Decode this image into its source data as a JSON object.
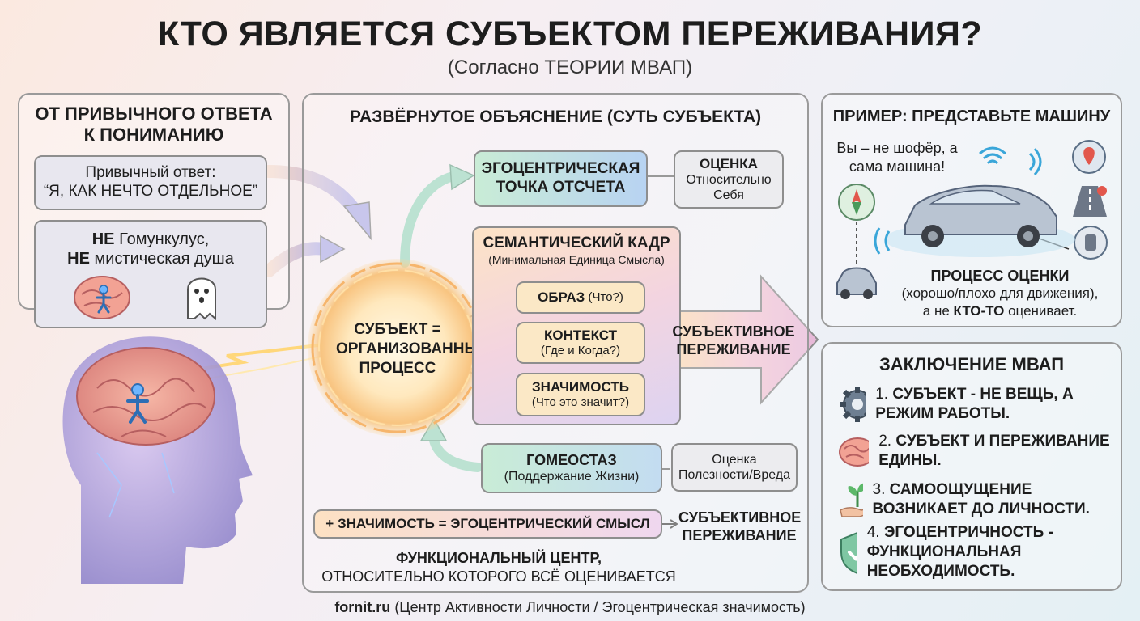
{
  "title": "КТО ЯВЛЯЕТСЯ СУБЪЕКТОМ ПЕРЕЖИВАНИЯ?",
  "subtitle": "(Согласно ТЕОРИИ МВАП)",
  "left": {
    "heading": "ОТ ПРИВЫЧНОГО ОТВЕТА К ПОНИМАНИЮ",
    "usual_line1": "Привычный ответ:",
    "usual_line2": "“Я, КАК НЕЧТО ОТДЕЛЬНОЕ”",
    "not1_bold": "НЕ",
    "not1_text": " Гомункулус,",
    "not2_bold": "НЕ",
    "not2_text": " мистическая душа"
  },
  "center": {
    "heading": "РАЗВЁРНУТОЕ ОБЪЯСНЕНИЕ (СУТЬ СУБЪЕКТА)",
    "subject": "СУБЪЕКТ = ОРГАНИЗОВАННЫЙ ПРОЦЕСС",
    "ego_point": "ЭГОЦЕНТРИЧЕСКАЯ ТОЧКА ОТСЧЕТА",
    "eval_title": "ОЦЕНКА",
    "eval_text": "Относительно Себя",
    "frame_title": "СЕМАНТИЧЕСКИЙ КАДР",
    "frame_sub": "(Минимальная Единица Смысла)",
    "image_bold": "ОБРАЗ",
    "image_sub": " (Что?)",
    "context_bold": "КОНТЕКСТ",
    "context_sub": "(Где и Когда?)",
    "signif_bold": "ЗНАЧИМОСТЬ",
    "signif_sub": "(Что это значит?)",
    "subj_exp": "СУБЪЕКТИВНОЕ ПЕРЕЖИВАНИЕ",
    "homeo_title": "ГОМЕОСТАЗ",
    "homeo_sub": "(Поддержание Жизни)",
    "homeo_eval": "Оценка Полезности/Вреда",
    "formula": "+ ЗНАЧИМОСТЬ = ЭГОЦЕНТРИЧЕСКИЙ СМЫСЛ",
    "formula_result": "СУБЪЕКТИВНОЕ ПЕРЕЖИВАНИЕ",
    "func_line1": "ФУНКЦИОНАЛЬНЫЙ ЦЕНТР,",
    "func_line2": "ОТНОСИТЕЛЬНО КОТОРОГО ВСЁ ОЦЕНИВАЕТСЯ"
  },
  "example": {
    "heading": "ПРИМЕР: ПРЕДСТАВЬТЕ МАШИНУ",
    "quote": "Вы – не шофёр, а сама машина!",
    "process_title": "ПРОЦЕСС ОЦЕНКИ",
    "process_text": "(хорошо/плохо для движения),",
    "process_tail_pre": "а не ",
    "process_tail_bold": "КТО-ТО",
    "process_tail_post": " оценивает."
  },
  "conclusion": {
    "heading": "ЗАКЛЮЧЕНИЕ МВАП",
    "items": [
      {
        "num": "1.",
        "text": "СУБЪЕКТ - НЕ ВЕЩЬ, А РЕЖИМ РАБОТЫ.",
        "icon": "gear-icon"
      },
      {
        "num": "2.",
        "text": "СУБЪЕКТ И ПЕРЕЖИВАНИЕ ЕДИНЫ.",
        "icon": "brain-icon"
      },
      {
        "num": "3.",
        "text": "САМООЩУЩЕНИЕ ВОЗНИКАЕТ ДО ЛИЧНОСТИ.",
        "icon": "sprout-hand-icon"
      },
      {
        "num": "4.",
        "text": "ЭГОЦЕНТРИЧНОСТЬ - ФУНКЦИОНАЛЬНАЯ НЕОБХОДИМОСТЬ.",
        "icon": "shield-check-icon"
      }
    ]
  },
  "footer": {
    "site": "fornit.ru",
    "text": " (Центр Активности Личности / Эгоцентрическая значимость)"
  },
  "colors": {
    "accent_warm": "#f3a64a",
    "accent_green": "#8fd39a",
    "accent_blue": "#9bc3ec",
    "accent_purple": "#c6a8e6"
  }
}
